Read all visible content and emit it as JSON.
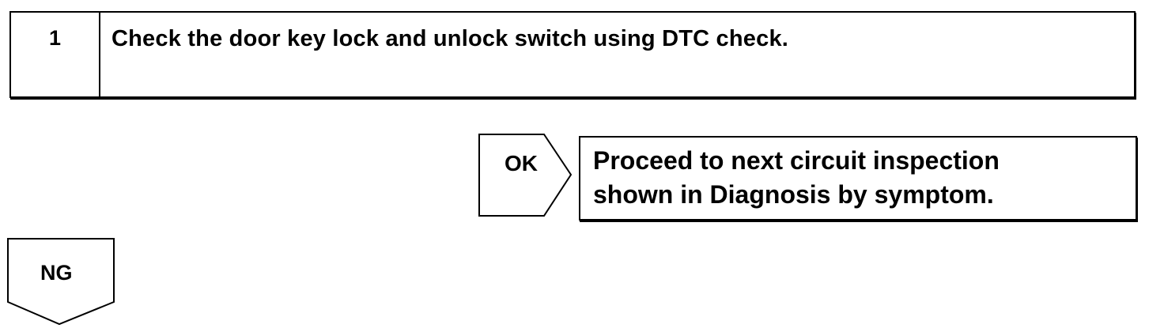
{
  "step": {
    "number": "1",
    "text": "Check the door key lock and unlock switch using DTC check."
  },
  "ok_branch": {
    "label": "OK",
    "result_line1": "Proceed to next circuit inspection",
    "result_line2": "shown  in Diagnosis by symptom."
  },
  "ng_branch": {
    "label": "NG"
  }
}
